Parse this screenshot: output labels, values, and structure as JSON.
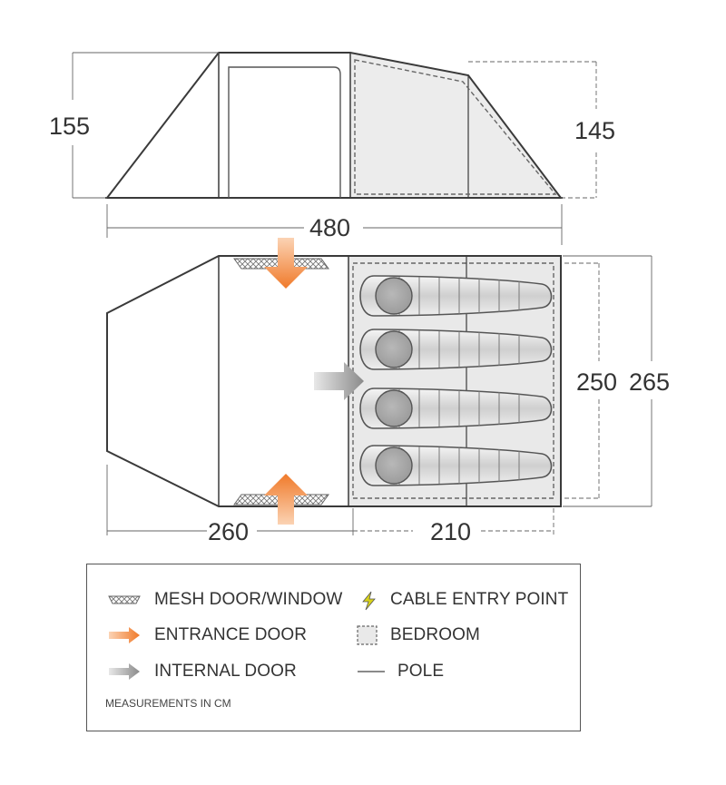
{
  "dimensions": {
    "side_height_front": "155",
    "side_height_rear": "145",
    "total_length": "480",
    "width_outer": "265",
    "width_bedroom": "250",
    "living_length": "260",
    "bedroom_length": "210"
  },
  "legend": {
    "mesh": "MESH DOOR/WINDOW",
    "entrance": "ENTRANCE DOOR",
    "internal": "INTERNAL DOOR",
    "cable": "CABLE ENTRY POINT",
    "bedroom": "BEDROOM",
    "pole": "POLE",
    "note": "MEASUREMENTS IN CM"
  },
  "colors": {
    "outline": "#3a3a3a",
    "bedroom_fill": "#ececec",
    "entrance_arrow": "#f07a2a",
    "internal_arrow": "#8f8f8f",
    "cable_icon": "#d8d21a"
  },
  "icons": {
    "mesh": "mesh-door-window-icon",
    "entrance": "entrance-door-arrow-icon",
    "internal": "internal-door-arrow-icon",
    "cable": "lightning-bolt-icon",
    "bedroom": "bedroom-dashed-box-icon",
    "pole": "pole-line-icon"
  }
}
